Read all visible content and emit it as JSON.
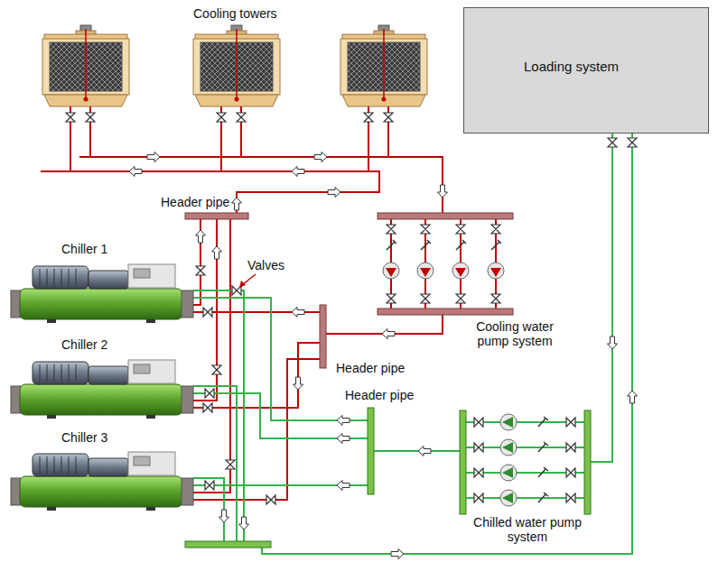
{
  "diagram": {
    "nodes": [
      {
        "text": [
          "Loading system"
        ]
      }
    ],
    "labels": [
      "Cooling towers",
      "Header pipe",
      "Chiller 1",
      "Valves",
      "Cooling water pump system",
      "Chiller 2",
      "Header pipe",
      "Header pipe",
      "Chiller 3",
      "Chilled water pump system"
    ]
  }
}
